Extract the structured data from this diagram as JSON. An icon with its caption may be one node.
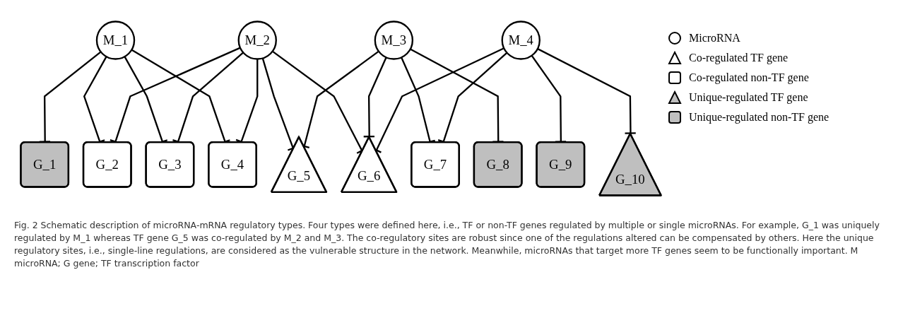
{
  "diagram": {
    "caption": "Fig. 2 Schematic description of microRNA-mRNA regulatory types. Four types were defined here, i.e., TF or non-TF genes regulated by multiple or single microRNAs. For example, G_1 was uniquely regulated by M_1 whereas TF gene G_5 was co-regulated by M_2 and M_3. The co-regulatory sites are robust since one of the regulations altered can be compensated by others. Here the unique regulatory sites, i.e., single-line regulations, are considered as the vulnerable structure in the network. Meanwhile, microRNAs that target more TF genes seem to be functionally important. M microRNA; G gene; TF transcription factor",
    "nodes": [
      {
        "text": [
          "M_1"
        ]
      },
      {
        "text": [
          "M_2"
        ]
      },
      {
        "text": [
          "M_3"
        ]
      },
      {
        "text": [
          "M_4"
        ]
      },
      {
        "text": [
          "G_1"
        ]
      },
      {
        "text": [
          "G_2"
        ]
      },
      {
        "text": [
          "G_3"
        ]
      },
      {
        "text": [
          "G_4"
        ]
      },
      {
        "text": [
          "G_5"
        ]
      },
      {
        "text": [
          "G_6"
        ]
      },
      {
        "text": [
          "G_7"
        ]
      },
      {
        "text": [
          "G_8"
        ]
      },
      {
        "text": [
          "G_9"
        ]
      },
      {
        "text": [
          "G_10"
        ]
      }
    ],
    "edges": [
      {
        "from": 0,
        "to": 4,
        "arrow": "other"
      },
      {
        "from": 0,
        "to": 5,
        "arrow": "other"
      },
      {
        "from": 0,
        "to": 6,
        "arrow": "other"
      },
      {
        "from": 0,
        "to": 7,
        "arrow": "other"
      },
      {
        "from": 1,
        "to": 5,
        "arrow": "other"
      },
      {
        "from": 1,
        "to": 6,
        "arrow": "other"
      },
      {
        "from": 1,
        "to": 7,
        "arrow": "other"
      },
      {
        "from": 1,
        "to": 8,
        "arrow": "other"
      },
      {
        "from": 1,
        "to": 9,
        "arrow": "other"
      },
      {
        "from": 2,
        "to": 8,
        "arrow": "other"
      },
      {
        "from": 2,
        "to": 9,
        "arrow": "other"
      },
      {
        "from": 2,
        "to": 10,
        "arrow": "other"
      },
      {
        "from": 2,
        "to": 11,
        "arrow": "other"
      },
      {
        "from": 3,
        "to": 9,
        "arrow": "other"
      },
      {
        "from": 3,
        "to": 10,
        "arrow": "other"
      },
      {
        "from": 3,
        "to": 12,
        "arrow": "other"
      },
      {
        "from": 3,
        "to": 13,
        "arrow": "other"
      }
    ],
    "legend": [
      {
        "text": "MicroRNA"
      },
      {
        "text": "Co-regulated TF gene"
      },
      {
        "text": "Co-regulated non-TF gene"
      },
      {
        "text": "Unique-regulated TF gene"
      },
      {
        "text": "Unique-regulated non-TF gene"
      }
    ]
  }
}
